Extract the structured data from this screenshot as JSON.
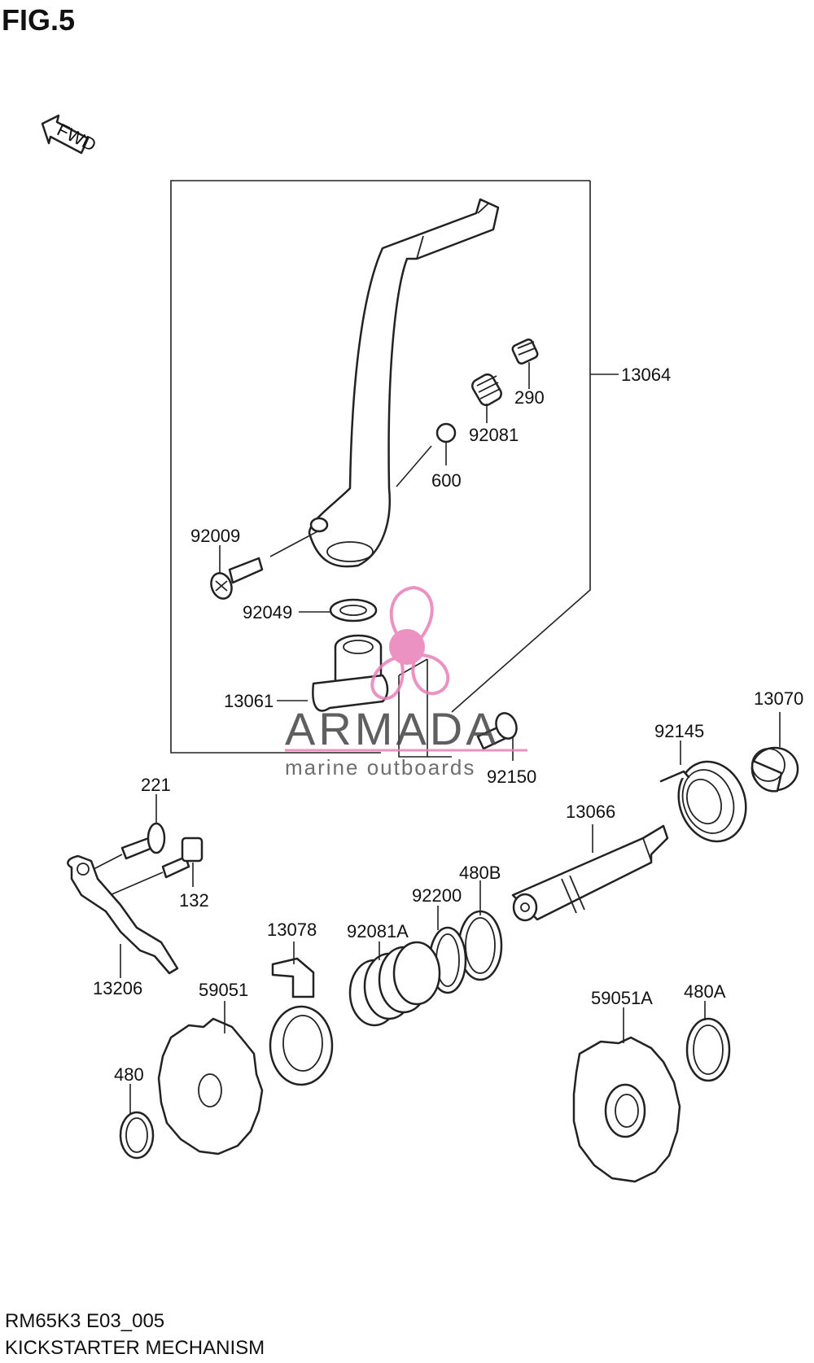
{
  "figure": {
    "title": "FIG.5",
    "code": "RM65K3 E03_005",
    "name": "KICKSTARTER MECHANISM",
    "fwd_label": "FWD"
  },
  "watermark": {
    "brand": "ARMADA",
    "tagline": "marine outboards",
    "color": "#e87fb8"
  },
  "parts": {
    "p13064": "13064",
    "p290": "290",
    "p92081": "92081",
    "p600": "600",
    "p92009": "92009",
    "p92049": "92049",
    "p13061": "13061",
    "p92150": "92150",
    "p13070": "13070",
    "p92145": "92145",
    "p221": "221",
    "p132": "132",
    "p13206": "13206",
    "p13066": "13066",
    "p480B": "480B",
    "p92200": "92200",
    "p92081A": "92081A",
    "p13078": "13078",
    "p59051": "59051",
    "p480": "480",
    "p59051A": "59051A",
    "p480A": "480A"
  }
}
